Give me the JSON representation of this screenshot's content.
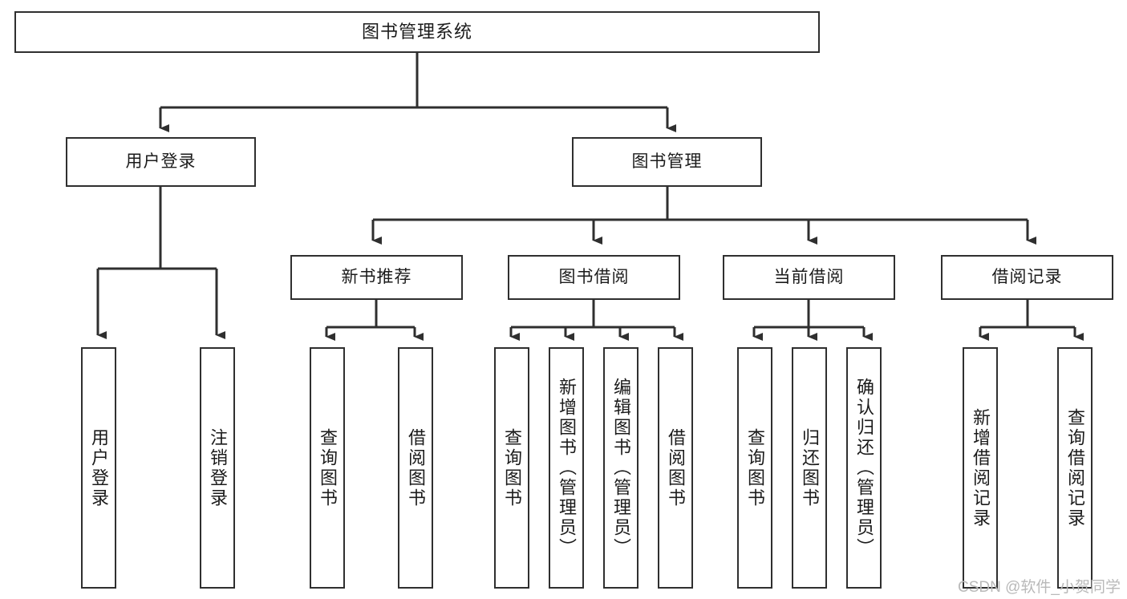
{
  "diagram": {
    "type": "tree-hierarchy",
    "title": "图书管理系统",
    "watermark": "CSDN @软件_小贺同学",
    "colors": {
      "stroke": "#2f2f2f",
      "fill": "#ffffff",
      "text": "#1b1b1b",
      "watermark": "#b9b9b9"
    },
    "nodes": {
      "root": {
        "label": "图书管理系统"
      },
      "level1": [
        {
          "id": "user-login",
          "label": "用户登录"
        },
        {
          "id": "book-manage",
          "label": "图书管理"
        }
      ],
      "level2": [
        {
          "id": "new-book-rec",
          "label": "新书推荐"
        },
        {
          "id": "book-borrow",
          "label": "图书借阅"
        },
        {
          "id": "current-borrow",
          "label": "当前借阅"
        },
        {
          "id": "borrow-record",
          "label": "借阅记录"
        }
      ],
      "leaves": {
        "user-login": [
          {
            "id": "leaf-user-login",
            "label": "用户登录"
          },
          {
            "id": "leaf-logout-login",
            "label": "注销登录"
          }
        ],
        "new-book-rec": [
          {
            "id": "leaf-query-book-1",
            "label": "查询图书"
          },
          {
            "id": "leaf-borrow-book-1",
            "label": "借阅图书"
          }
        ],
        "book-borrow": [
          {
            "id": "leaf-query-book-2",
            "label": "查询图书"
          },
          {
            "id": "leaf-add-book",
            "label": "新增图书（管理员）"
          },
          {
            "id": "leaf-edit-book",
            "label": "编辑图书（管理员）"
          },
          {
            "id": "leaf-borrow-book-2",
            "label": "借阅图书"
          }
        ],
        "current-borrow": [
          {
            "id": "leaf-query-book-3",
            "label": "查询图书"
          },
          {
            "id": "leaf-return-book",
            "label": "归还图书"
          },
          {
            "id": "leaf-confirm-return",
            "label": "确认归还（管理员）"
          }
        ],
        "borrow-record": [
          {
            "id": "leaf-add-record",
            "label": "新增借阅记录"
          },
          {
            "id": "leaf-query-record",
            "label": "查询借阅记录"
          }
        ]
      }
    }
  }
}
